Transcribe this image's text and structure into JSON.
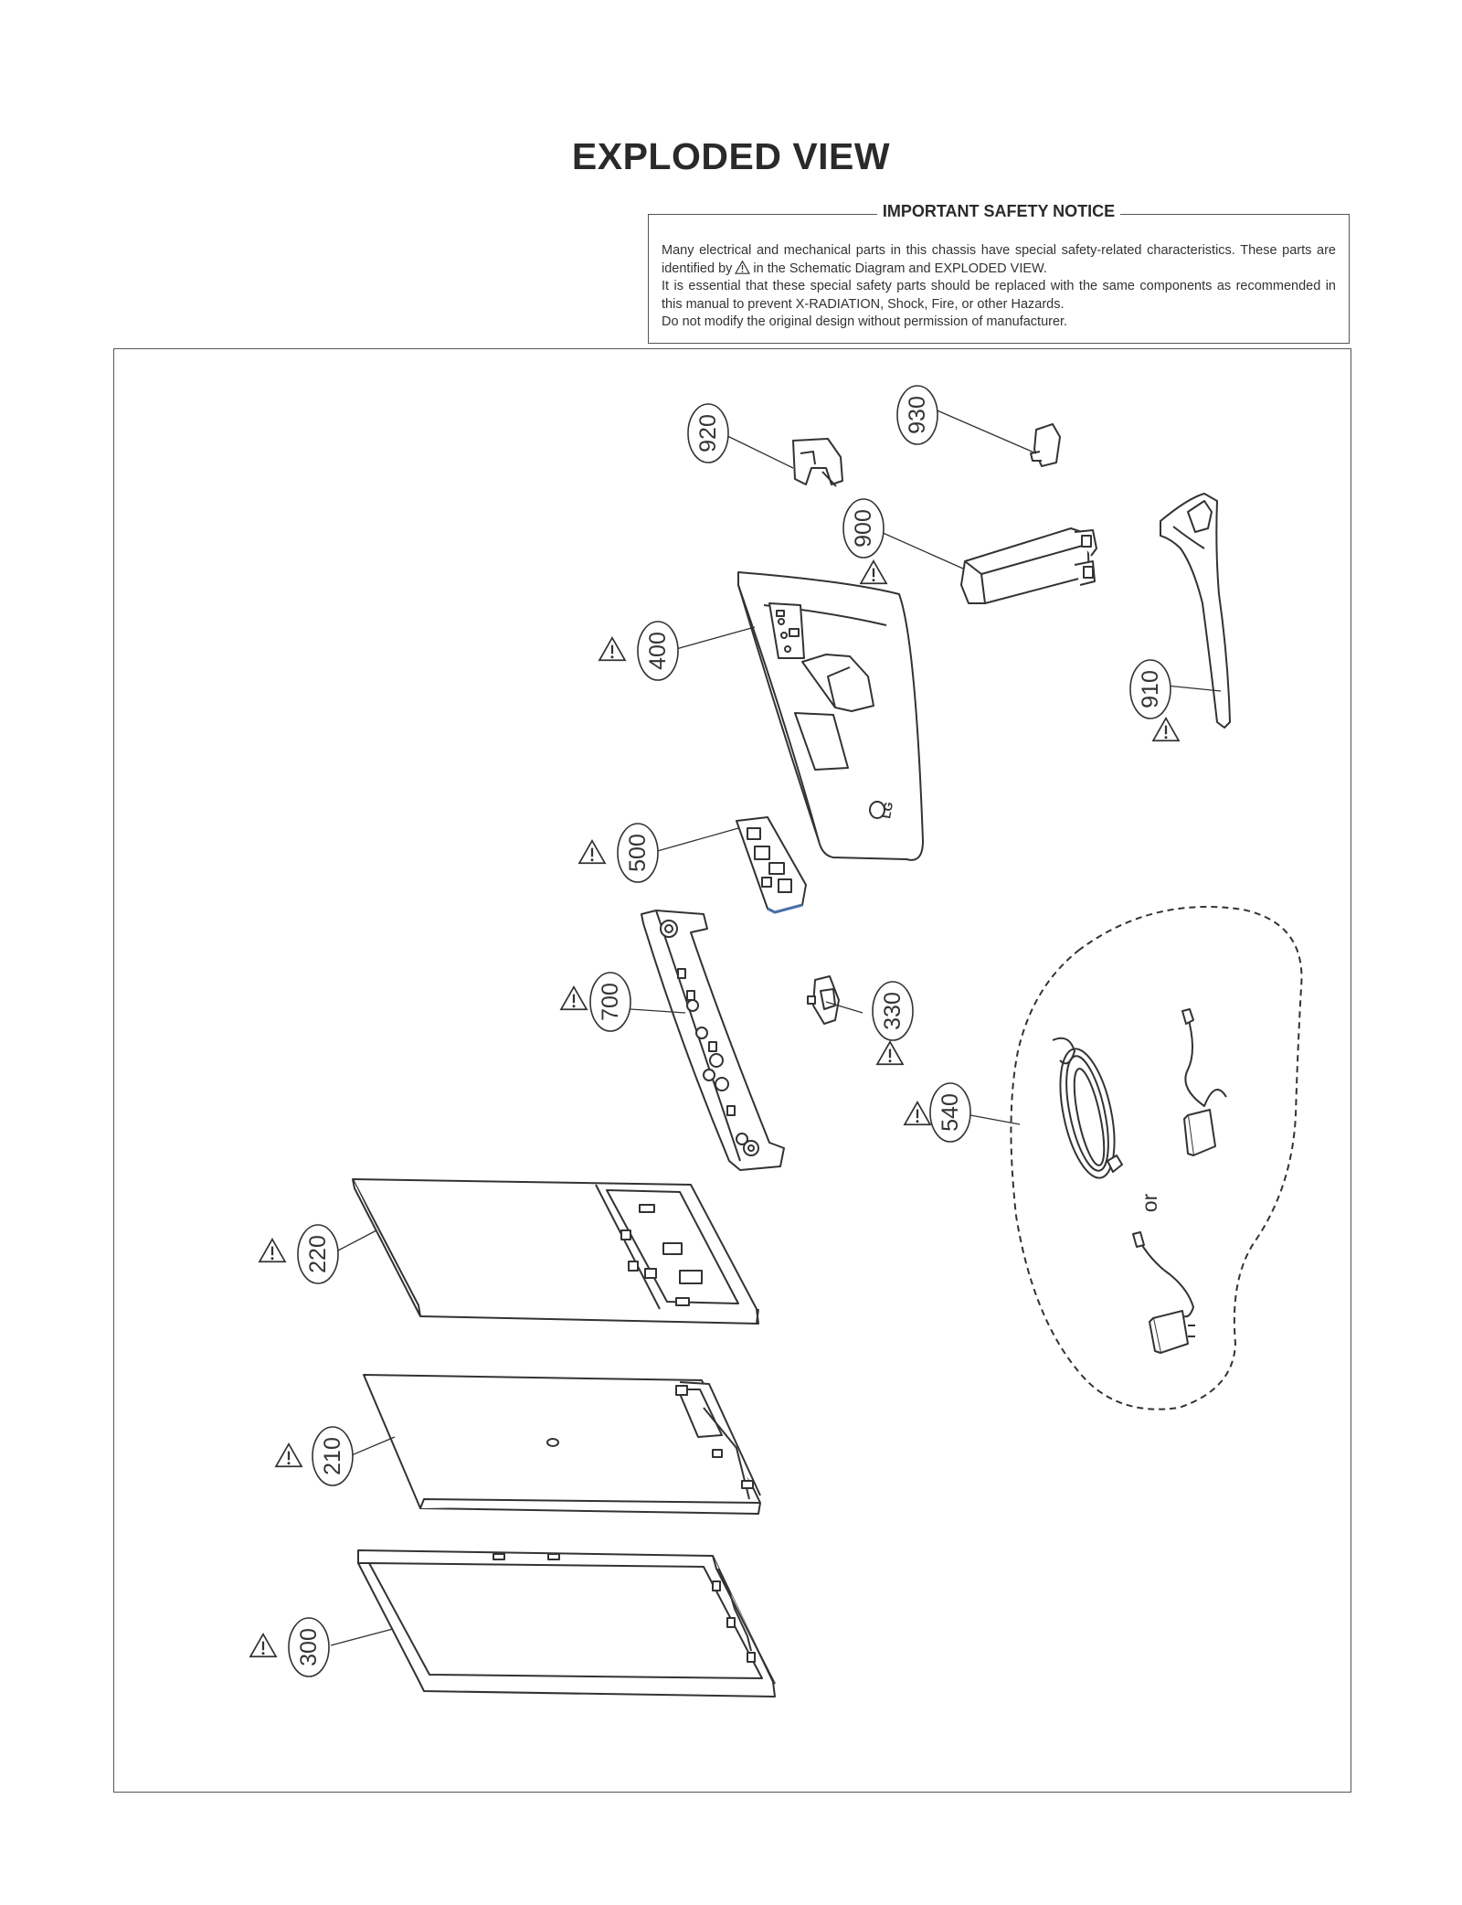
{
  "title": "EXPLODED VIEW",
  "notice": {
    "heading": "IMPORTANT SAFETY NOTICE",
    "line1": "Many electrical and mechanical parts in this chassis have special safety-related characteristics. These parts are identified by",
    "line1_tail": "in the Schematic Diagram and EXPLODED VIEW.",
    "line2": "It is essential that these special safety parts should be replaced with the same components as recommended in this manual to prevent X-RADIATION, Shock, Fire, or other Hazards.",
    "line3": "Do not modify the original design without permission of manufacturer."
  },
  "parts": {
    "p920": "920",
    "p930": "930",
    "p900": "900",
    "p400": "400",
    "p910": "910",
    "p500": "500",
    "p700": "700",
    "p330": "330",
    "p540": "540",
    "p220": "220",
    "p210": "210",
    "p300": "300"
  },
  "or_label": "or",
  "logo_text": "LG",
  "colors": {
    "line": "#333333",
    "part_fill": "#ffffff",
    "board_accent": "#4a6fa5"
  }
}
